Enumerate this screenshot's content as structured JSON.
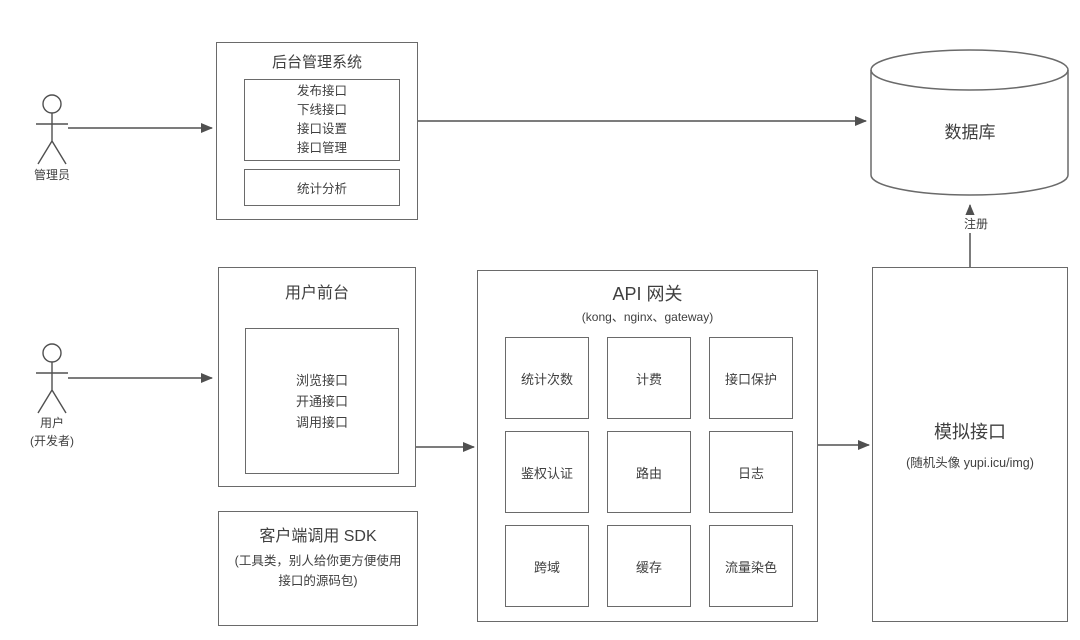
{
  "diagram": {
    "colors": {
      "stroke": "#6a6a6a",
      "connector": "#505050",
      "text": "#3f3f3f"
    },
    "admin_actor": {
      "label": "管理员"
    },
    "user_actor": {
      "label": "用户",
      "sublabel": "(开发者)"
    },
    "admin_system": {
      "title": "后台管理系统",
      "features": [
        "发布接口",
        "下线接口",
        "接口设置",
        "接口管理"
      ],
      "stats_label": "统计分析"
    },
    "database": {
      "title": "数据库",
      "register_label": "注册"
    },
    "user_frontend": {
      "title": "用户前台",
      "features": [
        "浏览接口",
        "开通接口",
        "调用接口"
      ]
    },
    "sdk": {
      "title": "客户端调用 SDK",
      "subtitle": "(工具类，别人给你更方便使用接口的源码包)"
    },
    "gateway": {
      "title": "API 网关",
      "subtitle": "(kong、nginx、gateway)",
      "features": [
        "统计次数",
        "计费",
        "接口保护",
        "鉴权认证",
        "路由",
        "日志",
        "跨域",
        "缓存",
        "流量染色"
      ]
    },
    "mock_api": {
      "title": "模拟接口",
      "subtitle": "(随机头像 yupi.icu/img)"
    }
  }
}
